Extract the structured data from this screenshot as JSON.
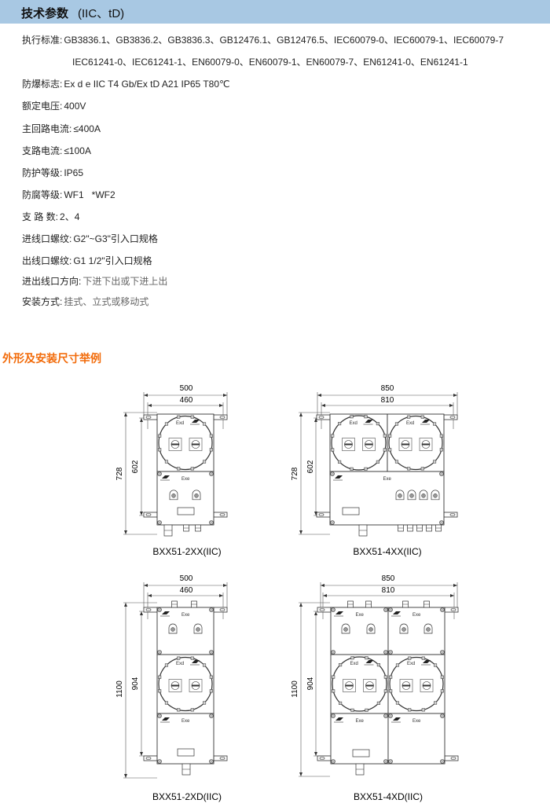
{
  "header": {
    "title": "技术参数",
    "subtitle": "(IIC、tD)"
  },
  "specs": [
    {
      "label": "执行标准:",
      "value": "GB3836.1、GB3836.2、GB3836.3、GB12476.1、GB12476.5、IEC60079-0、IEC60079-1、IEC60079-7",
      "cont": "IEC61241-0、IEC61241-1、EN60079-0、EN60079-1、EN60079-7、EN61241-0、EN61241-1"
    },
    {
      "label": "防爆标志:",
      "value": "Ex d e IIC T4 Gb/Ex tD A21 IP65 T80℃"
    },
    {
      "label": "额定电压:",
      "value": "400V"
    },
    {
      "label": "主回路电流:",
      "value": "≤400A"
    },
    {
      "label": "支路电流:",
      "value": "≤100A"
    },
    {
      "label": "防护等级:",
      "value": "IP65"
    },
    {
      "label": "防腐等级:",
      "value": "WF1   *WF2"
    },
    {
      "label": "支 路 数:",
      "value": "2、4"
    },
    {
      "label": "进线口螺纹:",
      "value": "G2\"~G3\"引入口规格"
    },
    {
      "label": "出线口螺纹:",
      "value": "G1 1/2\"引入口规格"
    },
    {
      "label": "进出线口方向:",
      "value": "下进下出或下进上出"
    },
    {
      "label": "安装方式:",
      "value": "挂式、立式或移动式"
    }
  ],
  "section_title": "外形及安装尺寸举例",
  "labels": {
    "exd": "Exd",
    "exe": "Exe"
  },
  "diagrams": [
    {
      "model": "BXX51-2XX(IIC)",
      "width_outer": "500",
      "width_inner": "460",
      "height_outer": "728",
      "height_inner": "602"
    },
    {
      "model": "BXX51-4XX(IIC)",
      "width_outer": "850",
      "width_inner": "810",
      "height_outer": "728",
      "height_inner": "602"
    },
    {
      "model": "BXX51-2XD(IIC)",
      "width_outer": "500",
      "width_inner": "460",
      "height_outer": "1100",
      "height_inner": "904"
    },
    {
      "model": "BXX51-4XD(IIC)",
      "width_outer": "850",
      "width_inner": "810",
      "height_outer": "1100",
      "height_inner": "904"
    }
  ]
}
